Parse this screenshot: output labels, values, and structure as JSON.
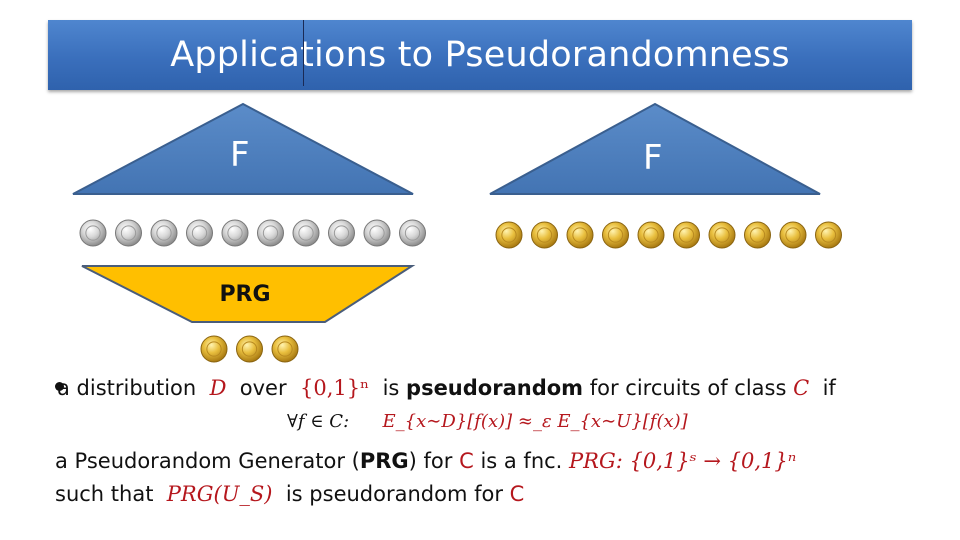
{
  "slide": {
    "title": "Applications to Pseudorandomness"
  },
  "diagram": {
    "left_triangle_label": "F",
    "right_triangle_label": "F",
    "prg_label": "PRG",
    "left_coin_count": 10,
    "right_coin_count": 10,
    "seed_coin_count": 3,
    "colors": {
      "triangle_fill": "#4f81bd",
      "triangle_stroke": "#3a5f8f",
      "prg_fill": "#ffbf00",
      "silver_coin": "#c8c8c8",
      "gold_coin": "#e8b83a",
      "title_bar": "#3a6fbc"
    }
  },
  "text": {
    "line1": {
      "prefix": "a distribution",
      "var_d": "D",
      "over": "over",
      "set": "{0,1}ⁿ",
      "is": "is",
      "pseudorandom": "pseudorandom",
      "for_circuits": "for circuits of class",
      "var_c": "C",
      "if": "if"
    },
    "line2": {
      "forall": "∀f ∈ C:",
      "expectation": "E_{x∼D}[f(x)] ≈_ε E_{x∼U}[f(x)]"
    },
    "line3": {
      "prefix": "a Pseudorandom Generator (",
      "prg": "PRG",
      "mid": ") for",
      "c": "C",
      "is_fnc": "is a fnc.",
      "map": "PRG: {0,1}ˢ → {0,1}ⁿ"
    },
    "line4": {
      "prefix": "such that",
      "expr": "PRG(U_S)",
      "mid": "is pseudorandom for",
      "c": "C"
    }
  }
}
